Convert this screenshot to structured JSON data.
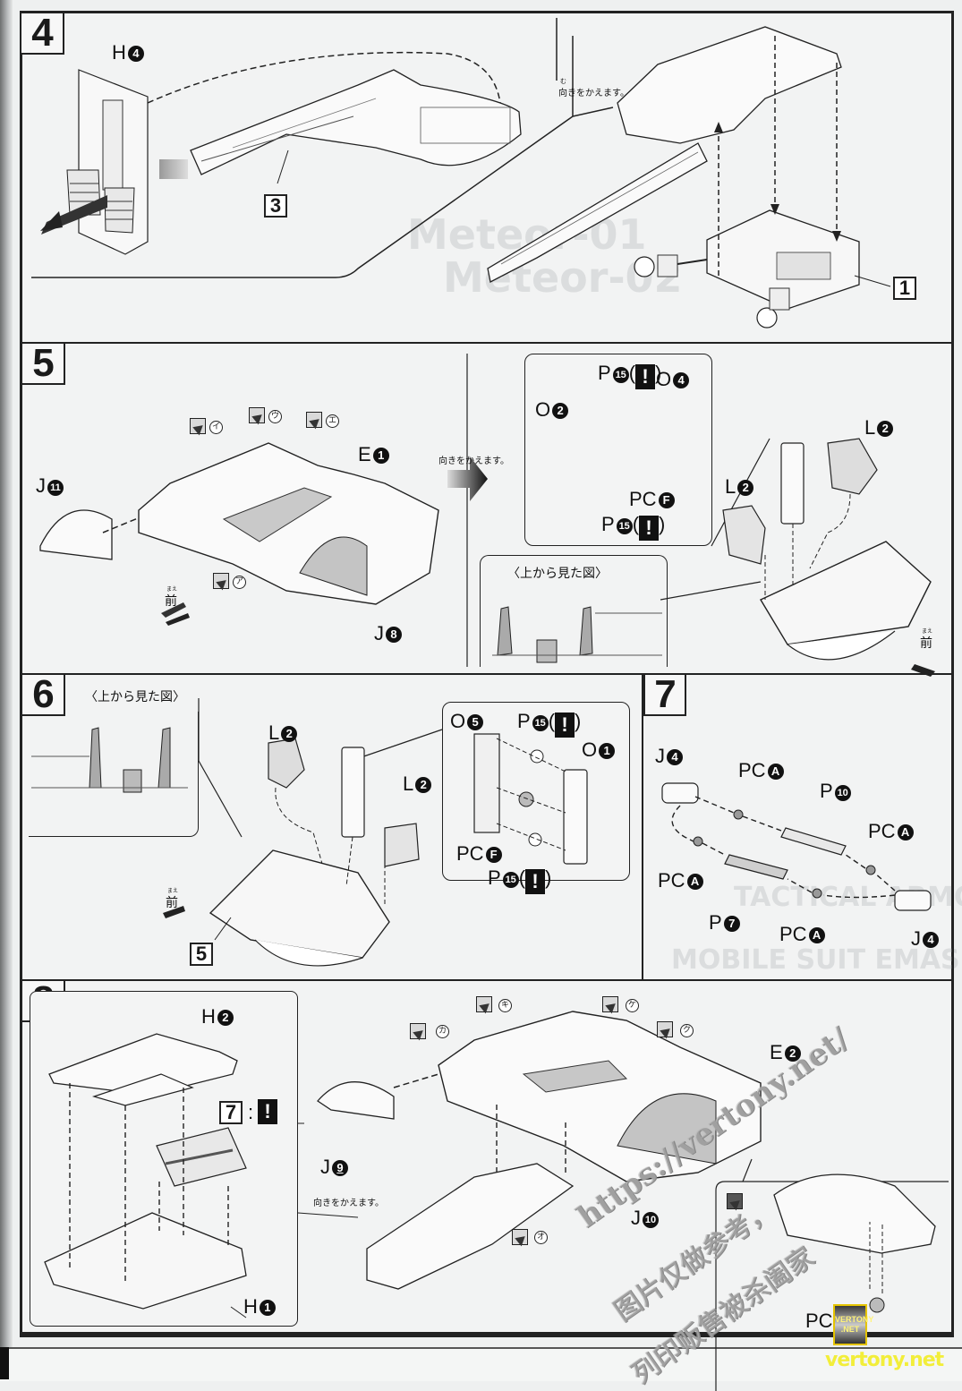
{
  "document": {
    "type": "model kit assembly instructions",
    "steps": [
      {
        "number": "4",
        "labels": {
          "h4": "H",
          "h4_num": "4",
          "sub3": "3",
          "sub1": "1"
        },
        "note": "向きをかえます。",
        "note_ruby": "む"
      },
      {
        "number": "5",
        "labels": {
          "j11": "J",
          "j11_num": "11",
          "e1": "E",
          "e1_num": "1",
          "j8": "J",
          "j8_num": "8",
          "o2": "O",
          "o2_num": "2",
          "o4": "O",
          "o4_num": "4",
          "p15a": "P",
          "p15a_num": "15",
          "p15b": "P",
          "p15b_num": "15",
          "pcf": "PC",
          "pcf_letter": "F",
          "l2a": "L",
          "l2a_num": "2",
          "l2b": "L",
          "l2b_num": "2"
        },
        "stickers": [
          "ア",
          "イ",
          "ウ",
          "エ"
        ],
        "note": "向きをかえます。",
        "top_view": "〈上から見た図〉",
        "front": "前",
        "front_ruby": "まえ",
        "caution_mark": "!"
      },
      {
        "number": "6",
        "top_view": "〈上から見た図〉",
        "labels": {
          "l2a": "L",
          "l2a_num": "2",
          "l2b": "L",
          "l2b_num": "2",
          "o5": "O",
          "o5_num": "5",
          "o1": "O",
          "o1_num": "1",
          "p15a": "P",
          "p15a_num": "15",
          "p15b": "P",
          "p15b_num": "15",
          "pcf": "PC",
          "pcf_letter": "F",
          "sub5": "5"
        },
        "front": "前",
        "front_ruby": "まえ",
        "caution_mark": "!"
      },
      {
        "number": "7",
        "labels": {
          "j4a": "J",
          "j4a_num": "4",
          "j4b": "J",
          "j4b_num": "4",
          "pca1": "PC",
          "pca2": "PC",
          "pca3": "PC",
          "pca4": "PC",
          "pca_letter": "A",
          "p10": "P",
          "p10_num": "10",
          "p7": "P",
          "p7_num": "7"
        }
      },
      {
        "number": "8",
        "labels": {
          "h2": "H",
          "h2_num": "2",
          "h1": "H",
          "h1_num": "1",
          "sub7": "7",
          "colon": ":",
          "caution_mark": "!",
          "j9": "J",
          "j9_num": "9",
          "e2": "E",
          "e2_num": "2",
          "j10": "J",
          "j10_num": "10",
          "pc": "PC"
        },
        "stickers": [
          "カ",
          "キ",
          "ケ",
          "ク",
          "オ"
        ],
        "note": "向きをかえます。"
      }
    ],
    "watermark": {
      "url": "https://vertony.net/",
      "line1": "图片仅做参考，",
      "line2": "列印贩售被杀阖家",
      "badge": "VERTONY .NET",
      "footer": "vertony.net"
    },
    "background_ghost_text": [
      "Meteor-01",
      "Meteor-02",
      "TACTICAL ARMOR",
      "MOBILE SUIT EMASDSO"
    ]
  }
}
